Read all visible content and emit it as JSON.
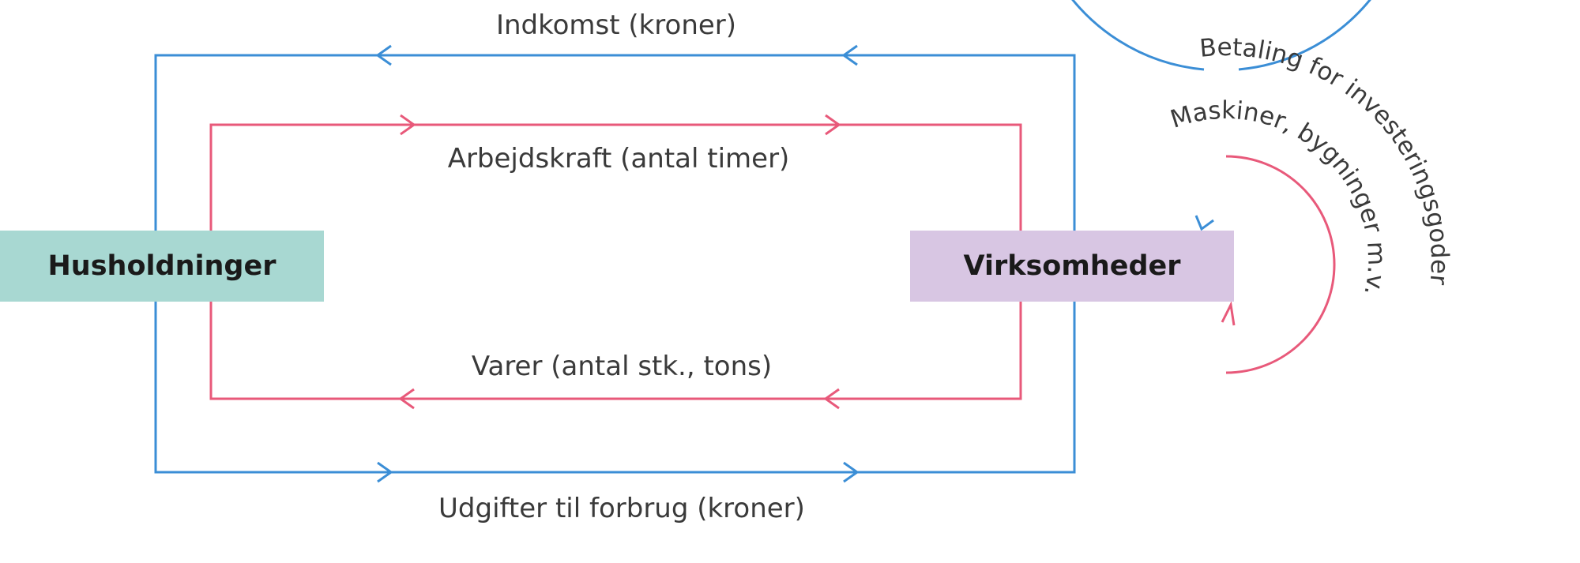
{
  "colors": {
    "money_flow": "#3b8ed6",
    "real_flow": "#e8597a",
    "households_box": "#a8d8d2",
    "firms_box": "#d8c6e3"
  },
  "nodes": {
    "households": "Husholdninger",
    "firms": "Virksomheder"
  },
  "flows": {
    "income": "Indkomst (kroner)",
    "labour": "Arbejdskraft (antal timer)",
    "goods": "Varer (antal stk., tons)",
    "consumption": "Udgifter til forbrug (kroner)"
  },
  "investment_loop": {
    "payment": "Betaling for investeringsgoder",
    "capital_goods": "Maskiner, bygninger m.v."
  }
}
